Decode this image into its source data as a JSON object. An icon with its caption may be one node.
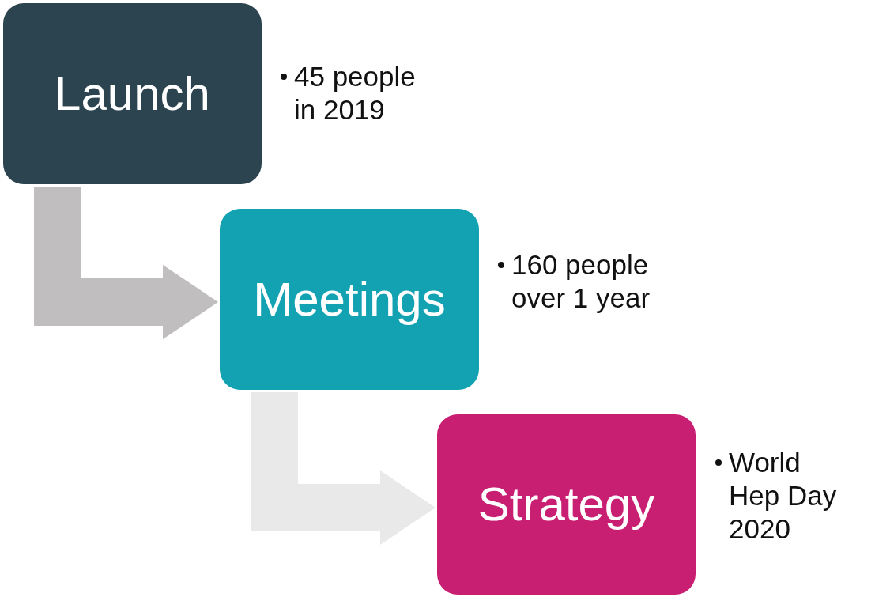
{
  "diagram": {
    "nodes": [
      {
        "text": [
          "Launch"
        ],
        "beside": [
          "45 people in 2019"
        ]
      },
      {
        "text": [
          "Meetings"
        ],
        "beside": [
          "160 people over 1 year"
        ]
      },
      {
        "text": [
          "Strategy"
        ],
        "beside": [
          "World Hep Day 2020"
        ]
      }
    ],
    "edges": [
      {
        "from": 0,
        "to": 1,
        "arrow": "to",
        "color": "#c0bebe"
      },
      {
        "from": 1,
        "to": 2,
        "arrow": "to",
        "color": "#e8e9e8"
      }
    ]
  }
}
